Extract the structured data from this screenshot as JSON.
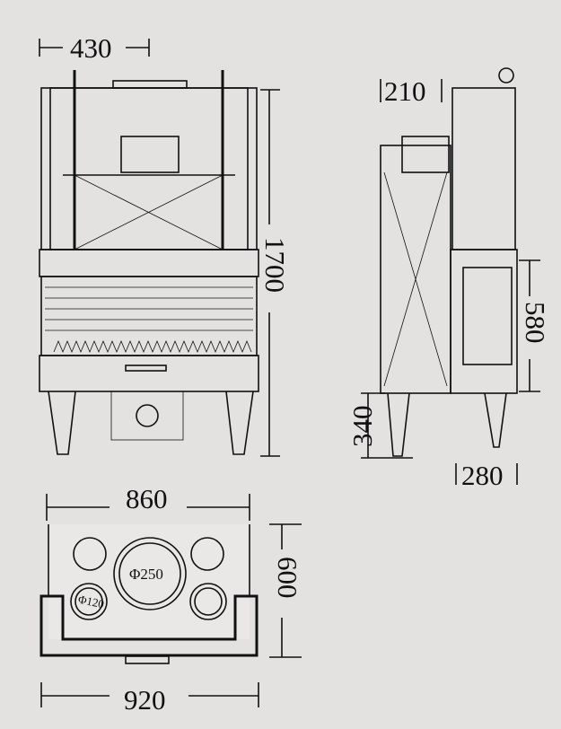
{
  "front_view": {
    "width_label": "430",
    "height_label": "1700"
  },
  "side_view": {
    "top_offset_label": "210",
    "door_height_label": "580",
    "leg_height_label": "340",
    "depth_label": "280"
  },
  "plan_view": {
    "inner_width_label": "860",
    "depth_label": "600",
    "outer_width_label": "920",
    "main_flue_label": "Φ250",
    "small_flue_label": "Φ120"
  }
}
